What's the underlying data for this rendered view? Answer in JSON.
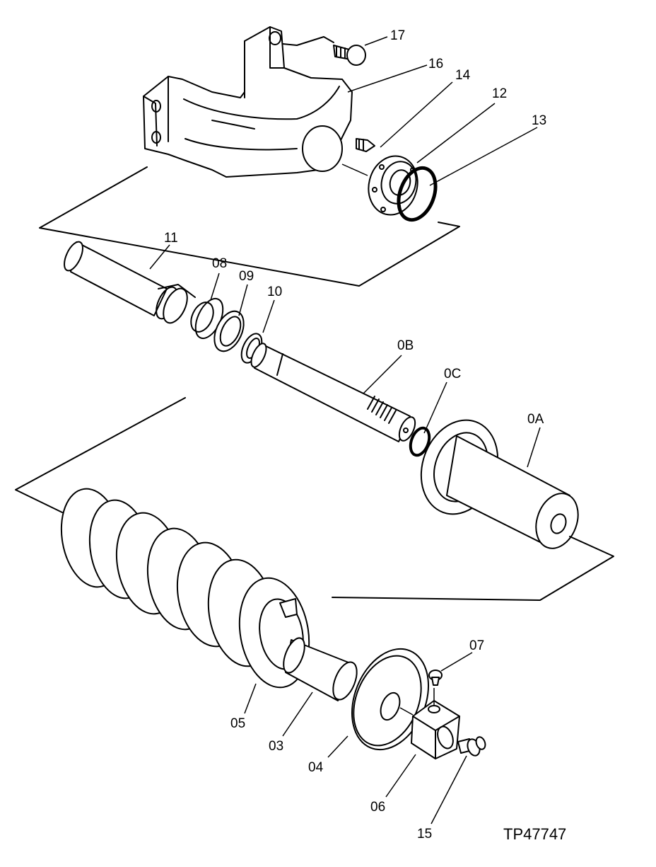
{
  "callouts": {
    "p17": "17",
    "p16": "16",
    "p14": "14",
    "p12": "12",
    "p13": "13",
    "p11": "11",
    "p08": "08",
    "p09": "09",
    "p10": "10",
    "p0B": "0B",
    "p0C": "0C",
    "p0A": "0A",
    "p07": "07",
    "p05": "05",
    "p03": "03",
    "p04": "04",
    "p06": "06",
    "p15": "15"
  },
  "figure_id": "TP47747"
}
